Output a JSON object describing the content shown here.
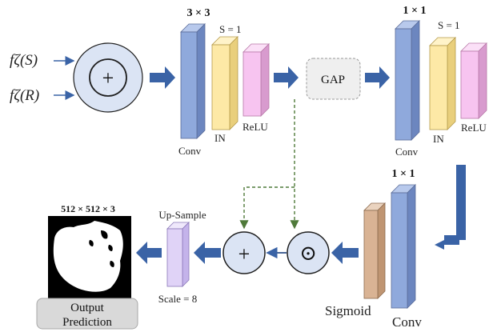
{
  "inputs": {
    "s_label": "fζ(S)",
    "r_label": "fζ(R)"
  },
  "fusion_symbol": "+",
  "block1": {
    "kernel": "3 × 3",
    "stride": "S = 1",
    "conv": "Conv",
    "norm": "IN",
    "act": "ReLU"
  },
  "gap": "GAP",
  "block2": {
    "kernel": "1 × 1",
    "stride": "S = 1",
    "conv": "Conv",
    "norm": "IN",
    "act": "ReLU"
  },
  "block3": {
    "kernel": "1 × 1",
    "conv": "Conv",
    "act": "Sigmoid"
  },
  "multiply_symbol": "⊙",
  "add_symbol": "+",
  "upsample": {
    "title": "Up-Sample",
    "scale": "Scale = 8"
  },
  "output": {
    "size": "512 × 512 × 3",
    "line1": "Output",
    "line2": "Prediction"
  },
  "colors": {
    "conv": "#8fa9dc",
    "in": "#fde9a6",
    "relu": "#f7c4f0",
    "sigmoid": "#d9b394",
    "upsample": "#e0d3f7",
    "circle": "#dbe4f4",
    "arrow": "#3a63a6",
    "dashed": "#4f7a3a"
  }
}
